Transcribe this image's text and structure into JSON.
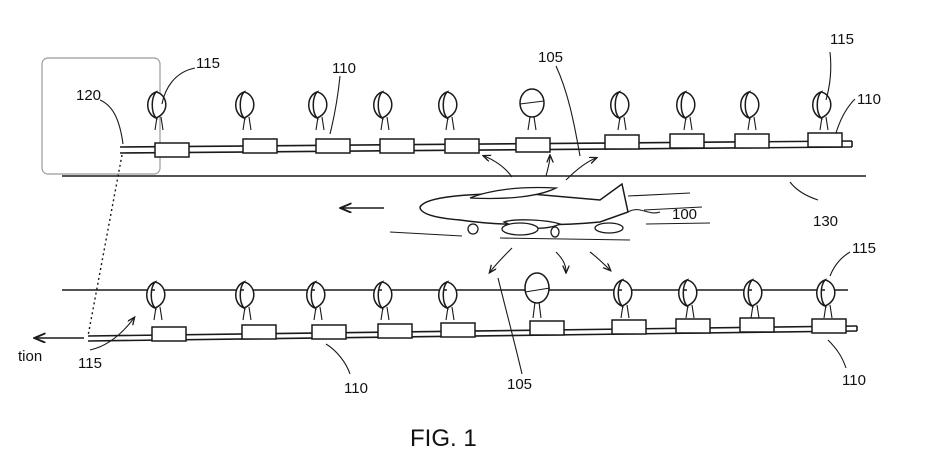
{
  "figure": {
    "caption": "FIG. 1",
    "partial_label": "tion"
  },
  "labels": {
    "aircraft": "100",
    "signal_top": "105",
    "signal_bottom": "105",
    "unit_top_left": "110",
    "unit_top_right": "110",
    "unit_bottom_left": "110",
    "unit_bottom_right": "110",
    "light_top_left": "115",
    "light_top_right": "115",
    "light_bottom_left": "115",
    "light_bottom_right": "115",
    "cable": "120",
    "runway_edge": "130"
  },
  "icons": {
    "direction_arrow": "arrow-left-icon",
    "runway_light": "runway-light-icon",
    "aircraft": "airplane-icon"
  },
  "colors": {
    "ink": "#1a1a1a",
    "background": "#ffffff",
    "inset_border": "#9a9a9a"
  }
}
